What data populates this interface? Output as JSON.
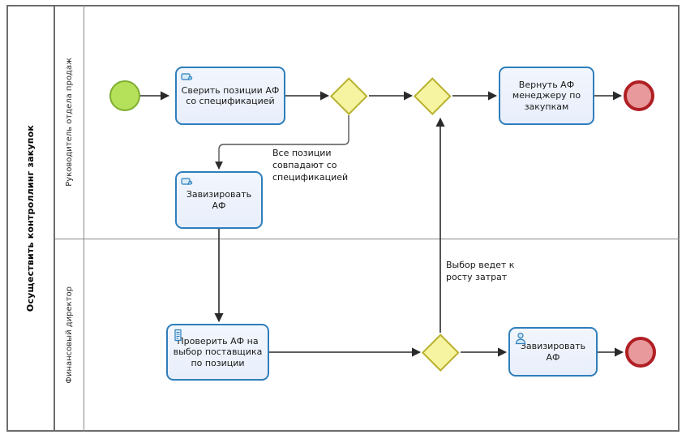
{
  "pool": {
    "title": "Осуществить контроллинг закупок",
    "lanes": [
      {
        "id": "lane-top",
        "label": "Руководитель отдела продаж"
      },
      {
        "id": "lane-bot",
        "label": "Финансовый директор"
      }
    ]
  },
  "nodes": {
    "start_event": {
      "name": "start-event",
      "type": "start"
    },
    "task_reconcile": {
      "label": "Сверить позиции АФ со спецификацией",
      "icon": "manual-task-icon"
    },
    "gateway_1": {
      "label": "",
      "type": "exclusive"
    },
    "gateway_2": {
      "label": "",
      "type": "exclusive"
    },
    "task_return": {
      "label": "Вернуть АФ менеджеру по закупкам",
      "icon": ""
    },
    "end_event_top": {
      "name": "end-event-top",
      "type": "end"
    },
    "task_endorse_top": {
      "label": "Завизировать АФ",
      "icon": "manual-task-icon"
    },
    "task_check_supplier": {
      "label": "Проверить АФ на выбор поставщика по позиции",
      "icon": "script-task-icon"
    },
    "gateway_3": {
      "label": "",
      "type": "exclusive"
    },
    "task_endorse_bottom": {
      "label": "Завизировать АФ",
      "icon": "user-task-icon"
    },
    "end_event_bottom": {
      "name": "end-event-bottom",
      "type": "end"
    }
  },
  "flow_labels": {
    "spec_match": "Все позиции\nсовпадают со\nспецификацией",
    "cost_growth": "Выбор ведет к\nросту затрат"
  },
  "colors": {
    "task_border": "#2e7ebb",
    "task_fill": "#eef2fb",
    "gateway_fill": "#f6f4a0",
    "gateway_border": "#b8b233",
    "start_fill": "#b4e05a",
    "start_border": "#7fae30",
    "end_fill": "#e8999b",
    "end_border": "#b01f24",
    "pool_border": "#6d6d6d",
    "lane_border": "#8a8a8a",
    "connector": "#2a2a2a"
  }
}
